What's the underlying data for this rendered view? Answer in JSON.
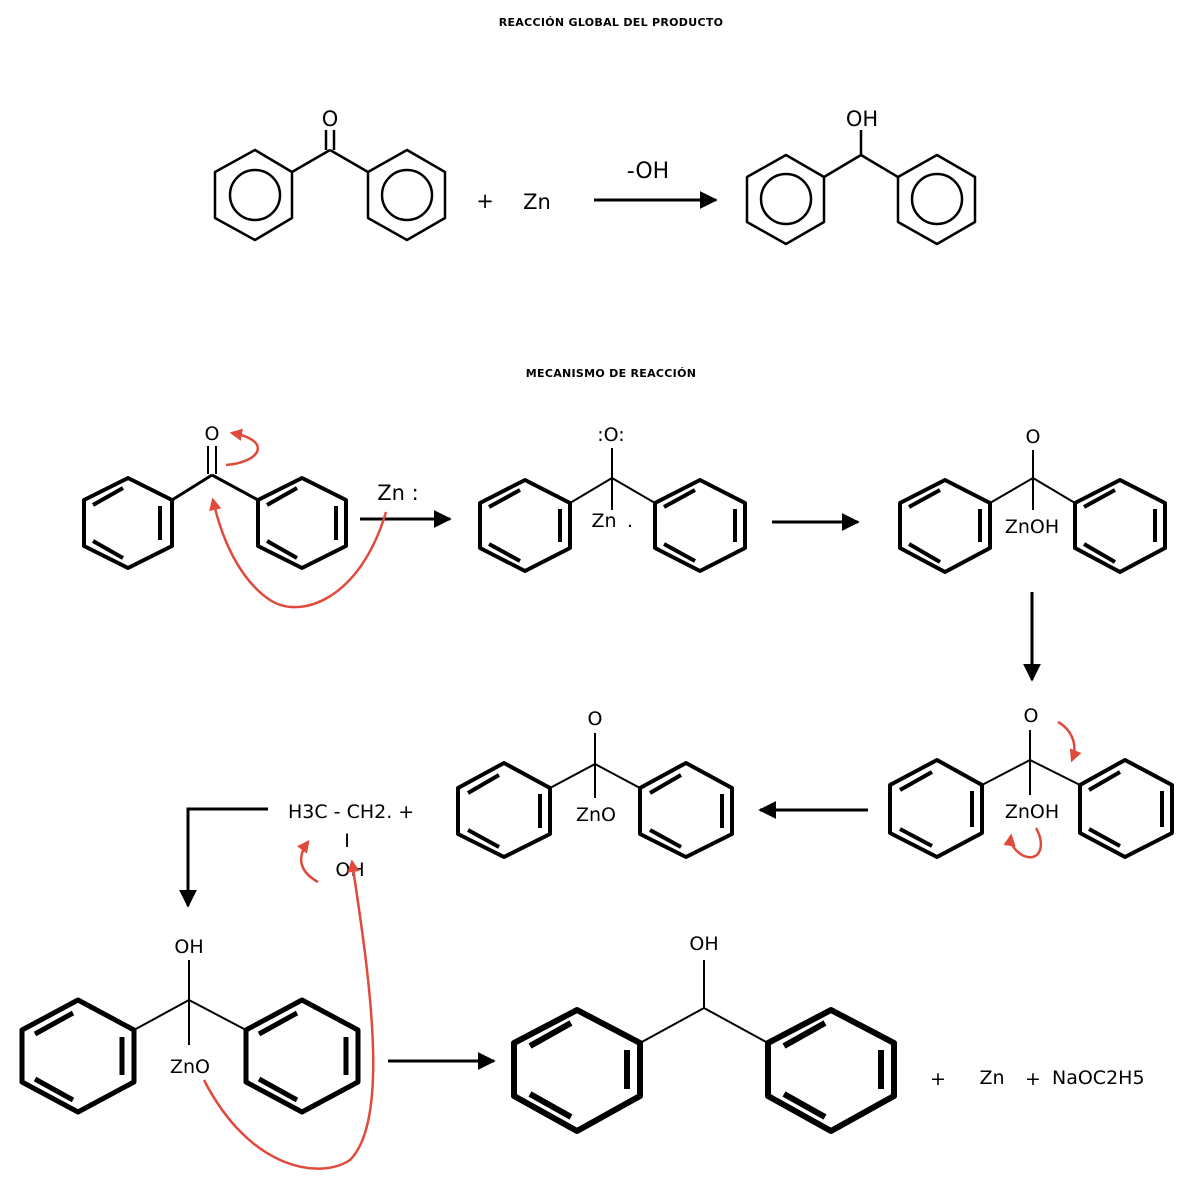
{
  "titles": {
    "global": "REACCIÓN GLOBAL DEL PRODUCTO",
    "mechanism": "MECANISMO DE REACCIÓN"
  },
  "global_reaction": {
    "reactant_oxygen": "O",
    "plus": "+",
    "zinc": "Zn",
    "condition": "-OH",
    "product_hydroxyl": "OH"
  },
  "mechanism": {
    "step1": {
      "oxygen": "O",
      "reagent": "Zn :"
    },
    "step2": {
      "oxygen": ":O:",
      "zinc": "Zn",
      "radical_dot": "."
    },
    "step3": {
      "oxygen": "O",
      "group": "ZnOH"
    },
    "step4": {
      "oxygen": "O",
      "group": "ZnOH"
    },
    "step5": {
      "oxygen": "O",
      "group": "ZnO"
    },
    "ethanol": {
      "chain": "H3C - CH2. +",
      "bond": "I",
      "hydroxyl": "OH"
    },
    "step6": {
      "hydroxyl": "OH",
      "group": "ZnO"
    },
    "final": {
      "hydroxyl": "OH",
      "plus1": "+",
      "zinc": "Zn",
      "plus2": "+",
      "byproduct": "NaOC2H5"
    }
  },
  "colors": {
    "ink": "#000000",
    "electron_arrow": "#e04a3a"
  }
}
